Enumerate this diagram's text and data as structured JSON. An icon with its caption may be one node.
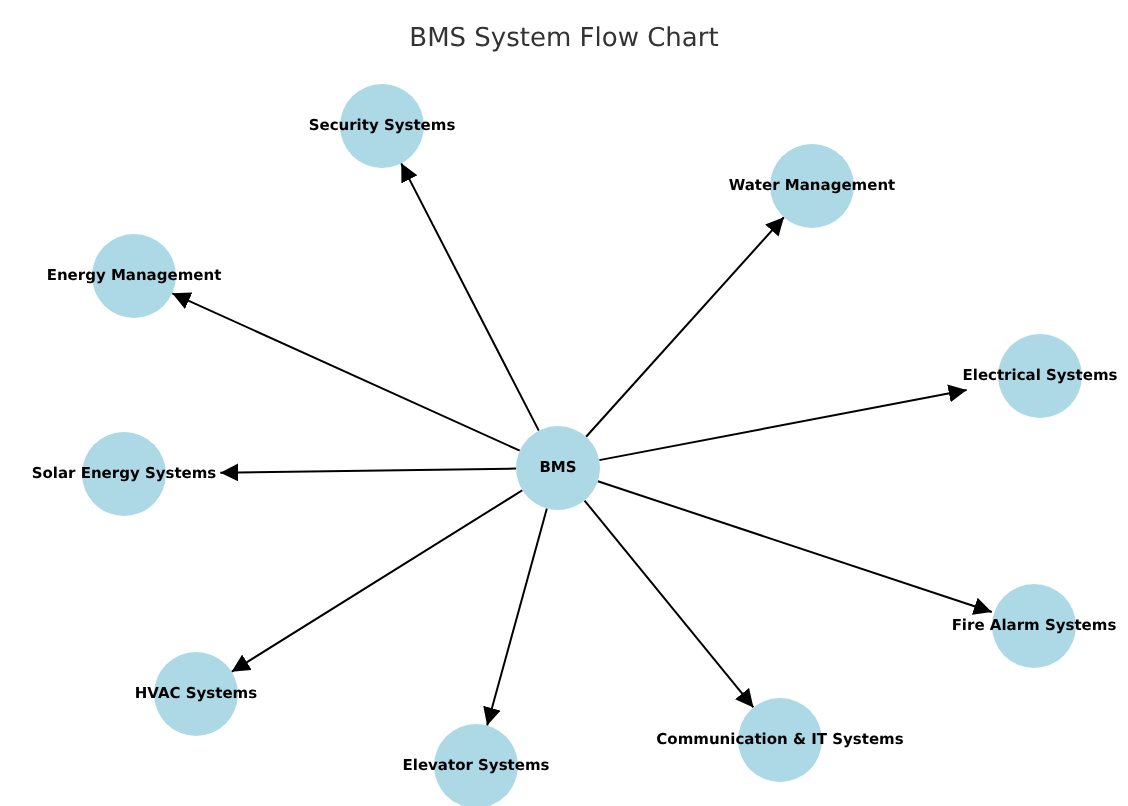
{
  "diagram": {
    "title": "BMS System Flow Chart",
    "nodes": [
      {
        "text": [
          "BMS"
        ]
      },
      {
        "text": [
          "Security Systems"
        ]
      },
      {
        "text": [
          "Water Management"
        ]
      },
      {
        "text": [
          "Energy Management"
        ]
      },
      {
        "text": [
          "Electrical Systems"
        ]
      },
      {
        "text": [
          "Solar Energy Systems"
        ]
      },
      {
        "text": [
          "Fire Alarm Systems"
        ]
      },
      {
        "text": [
          "HVAC Systems"
        ]
      },
      {
        "text": [
          "Elevator Systems"
        ]
      },
      {
        "text": [
          "Communication & IT Systems"
        ]
      }
    ],
    "edges": [
      {
        "from": 0,
        "to": 1,
        "arrow": "to"
      },
      {
        "from": 0,
        "to": 2,
        "arrow": "to"
      },
      {
        "from": 0,
        "to": 3,
        "arrow": "to"
      },
      {
        "from": 0,
        "to": 4,
        "arrow": "to"
      },
      {
        "from": 0,
        "to": 5,
        "arrow": "to"
      },
      {
        "from": 0,
        "to": 6,
        "arrow": "to"
      },
      {
        "from": 0,
        "to": 7,
        "arrow": "to"
      },
      {
        "from": 0,
        "to": 8,
        "arrow": "to"
      },
      {
        "from": 0,
        "to": 9,
        "arrow": "to"
      }
    ]
  }
}
